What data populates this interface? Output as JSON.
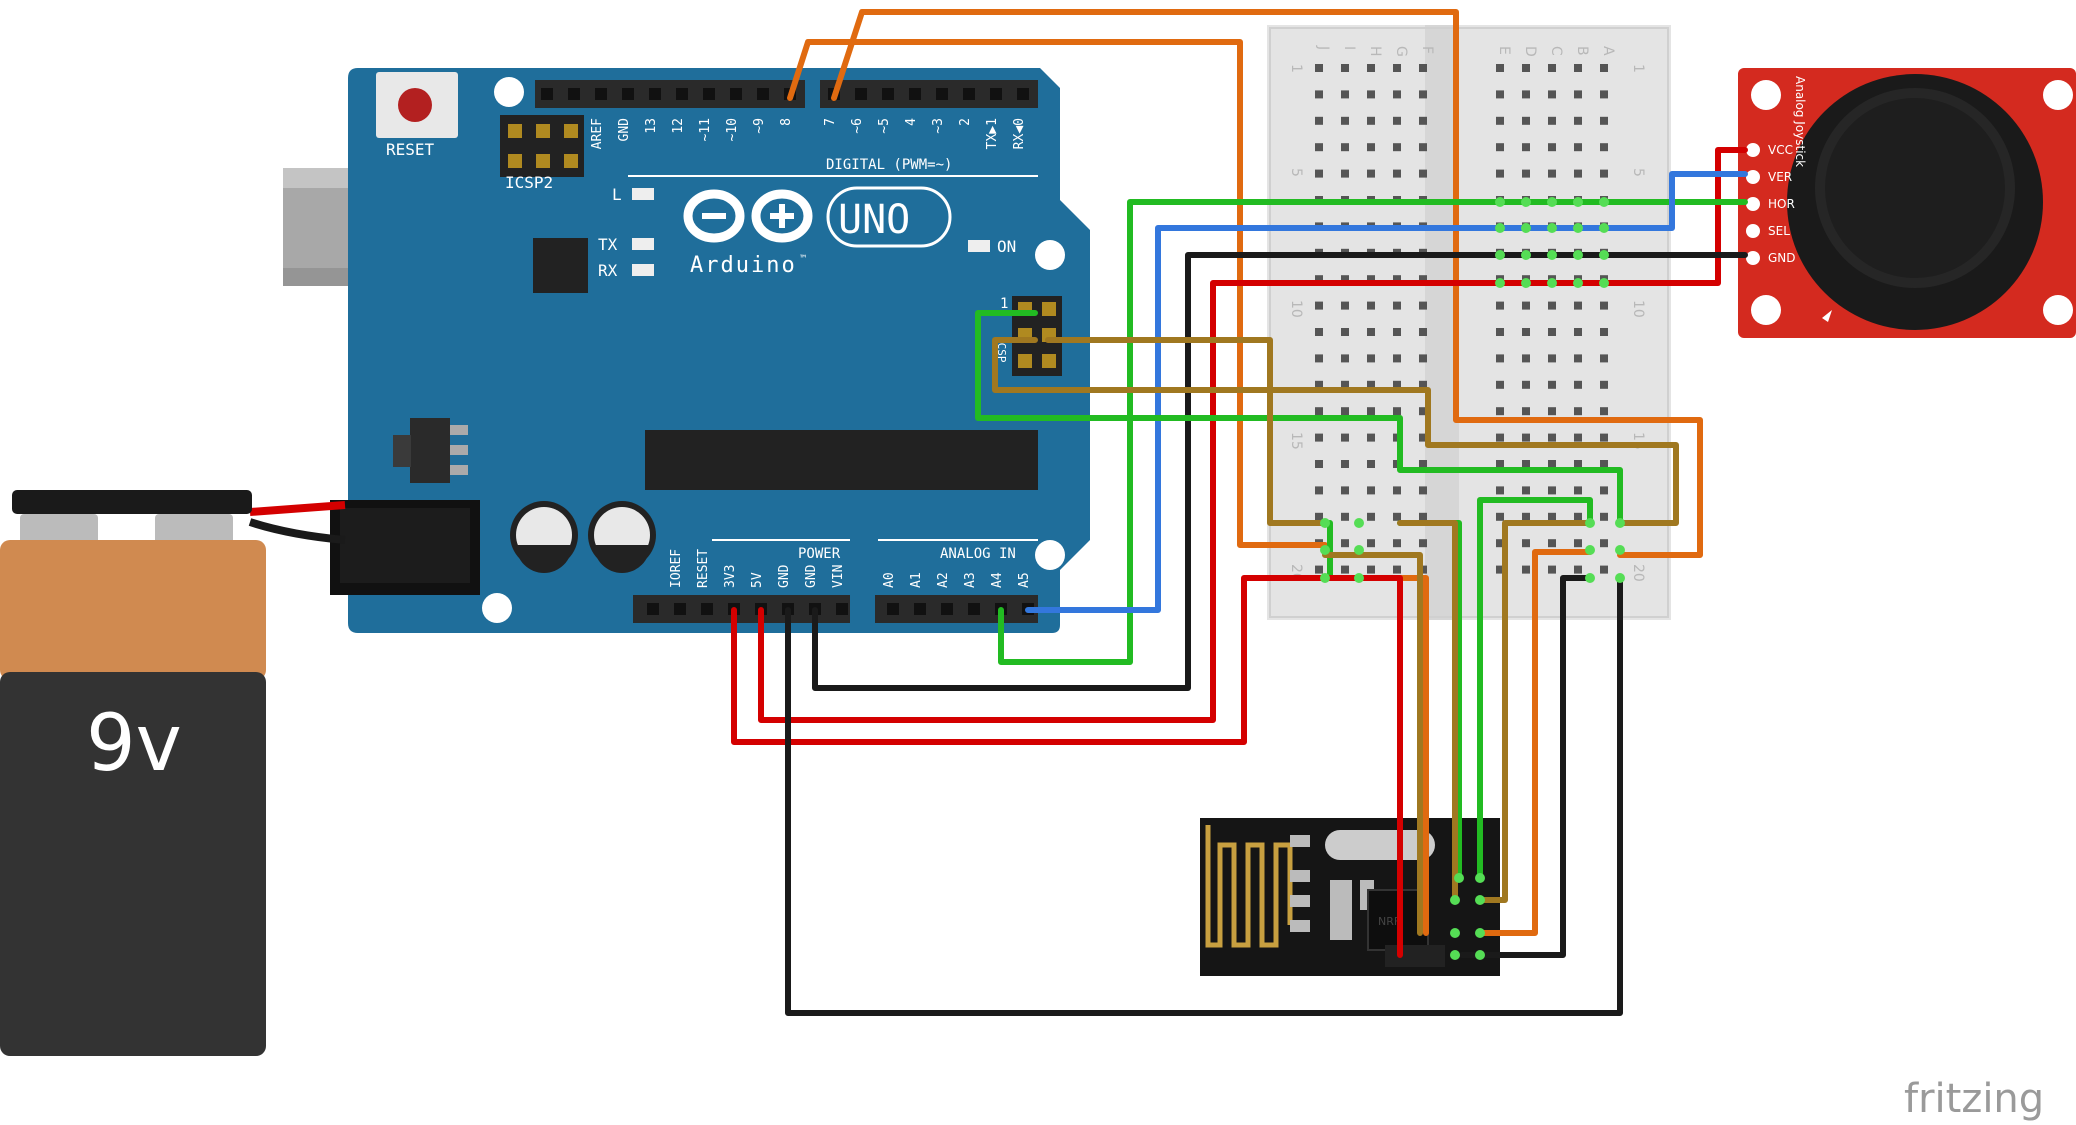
{
  "arduino": {
    "reset_label": "RESET",
    "icsp2_label": "ICSP2",
    "digital_pins": [
      "AREF",
      "GND",
      "13",
      "12",
      "~11",
      "~10",
      "~9",
      "8",
      "7",
      "~6",
      "~5",
      "4",
      "~3",
      "2",
      "TX▶1",
      "RX◀0"
    ],
    "digital_label": "DIGITAL (PWM=~)",
    "led_l": "L",
    "led_tx": "TX",
    "led_rx": "RX",
    "led_on": "ON",
    "logo_text": "Arduino",
    "logo_tm": "™",
    "uno_text": "UNO",
    "icsp_1": "1",
    "icsp_label": "ICSP",
    "power_label": "POWER",
    "power_pins": [
      "IOREF",
      "RESET",
      "3V3",
      "5V",
      "GND",
      "GND",
      "VIN"
    ],
    "analog_label": "ANALOG IN",
    "analog_pins": [
      "A0",
      "A1",
      "A2",
      "A3",
      "A4",
      "A5"
    ]
  },
  "battery": {
    "label": "9v"
  },
  "breadboard": {
    "left_cols": [
      "J",
      "I",
      "H",
      "G",
      "F"
    ],
    "right_cols": [
      "E",
      "D",
      "C",
      "B",
      "A"
    ],
    "row_numbers": [
      "1",
      "5",
      "10",
      "15",
      "20"
    ]
  },
  "joystick": {
    "title": "Analog Joystick",
    "pins": [
      "VCC",
      "VER",
      "HOR",
      "SEL",
      "GND"
    ]
  },
  "nrf": {
    "chip_mark": "NRF"
  },
  "watermark": "fritzing",
  "wire_colors": {
    "red": "#d40000",
    "black": "#1a1a1a",
    "green": "#22bb22",
    "blue": "#3377dd",
    "orange": "#e06a10",
    "brown": "#a07820"
  },
  "board_colors": {
    "arduino": "#1f6e9b",
    "joystick": "#d42a1f",
    "nrf": "#151515",
    "battery_top": "#d08a50",
    "battery_bottom": "#333333"
  }
}
